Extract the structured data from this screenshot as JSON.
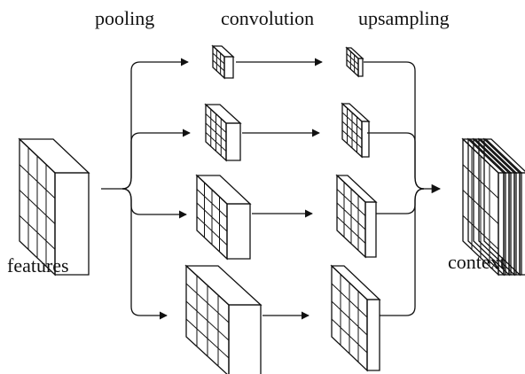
{
  "labels": {
    "pooling": "pooling",
    "convolution": "convolution",
    "upsampling": "upsampling",
    "features": "features",
    "context": "context"
  },
  "colors": {
    "feature_blue": "#3f6fb8",
    "pool_light_blue": "#9ab8e3",
    "pool_mid_blue": "#86a8dc",
    "pool_blue": "#6c93cf",
    "pool_dark_blue": "#3f6fb8",
    "up_light_red": "#eda49b",
    "up_mid_red": "#e08275",
    "up_red": "#d8685b",
    "up_dark_red": "#c63f32",
    "context_red": "#d8463c",
    "context_light": "#e98d82",
    "line": "#111111"
  },
  "blocks": [
    {
      "name": "input-features-block",
      "role": "features",
      "color": "feature_blue",
      "grid": 4
    },
    {
      "name": "pooled-block-1",
      "role": "pooling",
      "color": "pool_light_blue",
      "grid": 3
    },
    {
      "name": "pooled-block-2",
      "role": "pooling",
      "color": "pool_mid_blue",
      "grid": 4
    },
    {
      "name": "pooled-block-3",
      "role": "pooling",
      "color": "pool_blue",
      "grid": 4
    },
    {
      "name": "pooled-block-4",
      "role": "pooling",
      "color": "pool_dark_blue",
      "grid": 4
    },
    {
      "name": "upsampled-block-1",
      "role": "upsampling",
      "color": "up_light_red",
      "grid": 3
    },
    {
      "name": "upsampled-block-2",
      "role": "upsampling",
      "color": "up_mid_red",
      "grid": 4
    },
    {
      "name": "upsampled-block-3",
      "role": "upsampling",
      "color": "up_red",
      "grid": 4
    },
    {
      "name": "upsampled-block-4",
      "role": "upsampling",
      "color": "up_dark_red",
      "grid": 4
    },
    {
      "name": "context-output-block",
      "role": "context",
      "color": "context_red",
      "grid": 4
    }
  ]
}
